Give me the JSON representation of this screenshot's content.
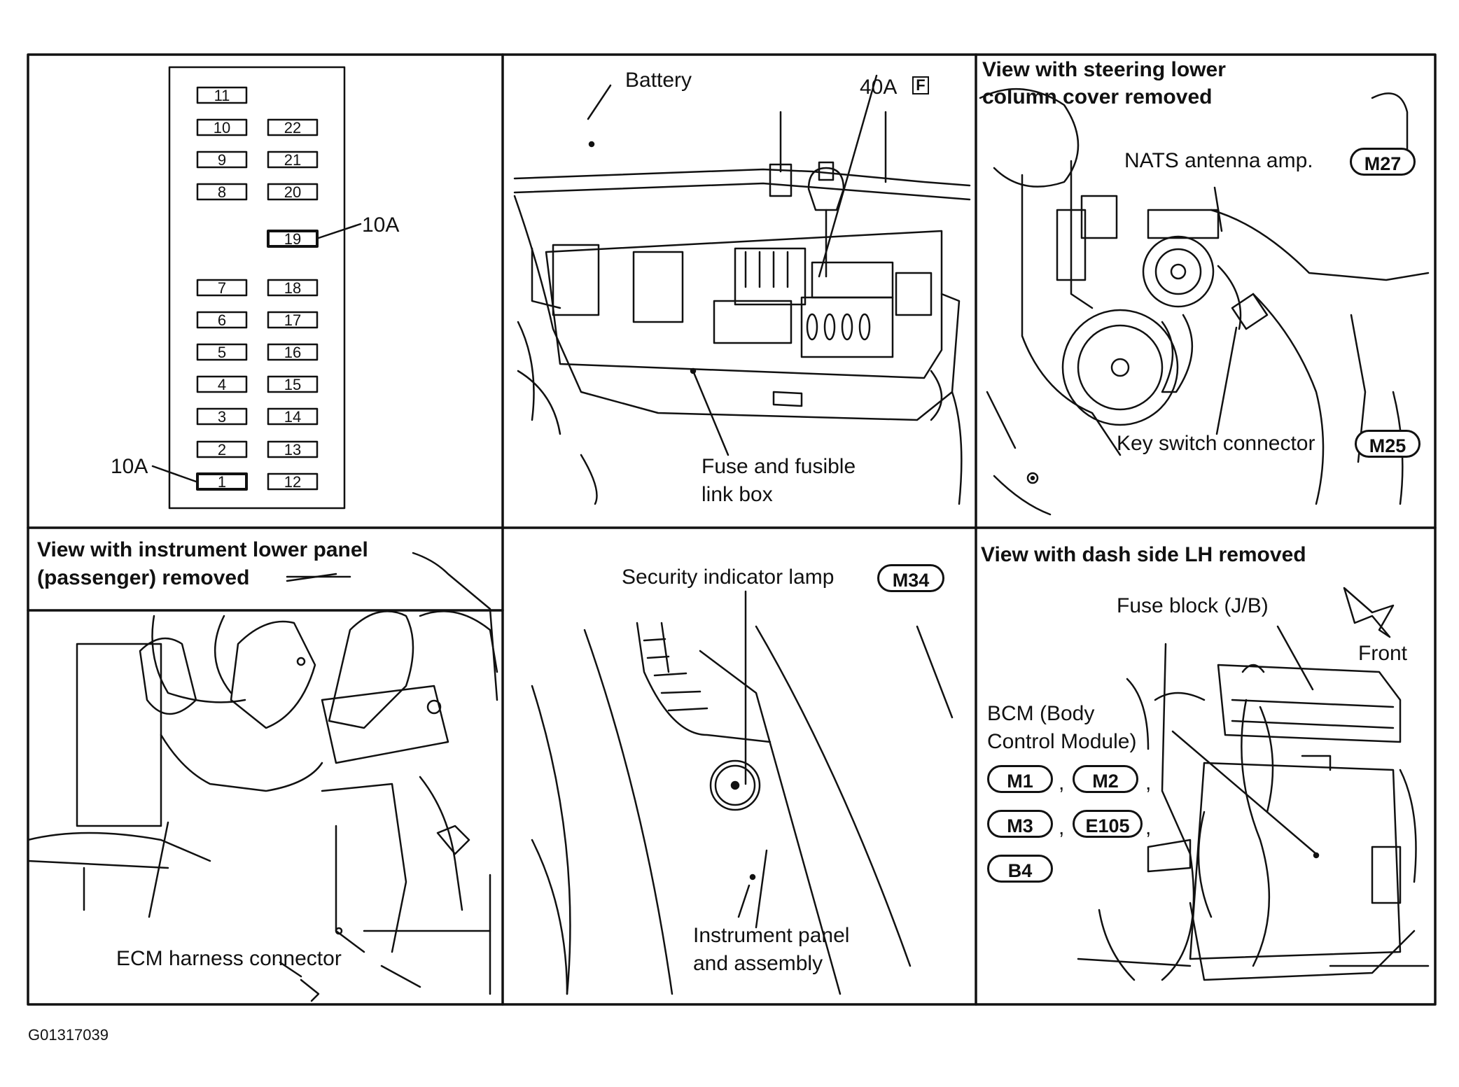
{
  "panels": {
    "fuse_layout": {
      "fuses_left": [
        "11",
        "10",
        "9",
        "8",
        "7",
        "6",
        "5",
        "4",
        "3",
        "2",
        "1"
      ],
      "fuses_right": [
        "22",
        "21",
        "20",
        "19",
        "18",
        "17",
        "16",
        "15",
        "14",
        "13",
        "12"
      ],
      "callout_fuse_19": "10A",
      "callout_fuse_1": "10A"
    },
    "fuse_box": {
      "battery_label": "Battery",
      "fuse_rating": "40A",
      "fuse_code": "F",
      "box_label_line1": "Fuse and fusible",
      "box_label_line2": "link box"
    },
    "steering_column": {
      "header_line1": "View with steering lower",
      "header_line2": "column cover removed",
      "nats_label": "NATS antenna amp.",
      "nats_code": "M27",
      "key_label": "Key switch connector",
      "key_code": "M25"
    },
    "instrument_lower": {
      "header_line1": "View with instrument lower panel",
      "header_line2": "(passenger) removed",
      "ecm_label": "ECM harness connector"
    },
    "security_lamp": {
      "lamp_label": "Security indicator lamp",
      "lamp_code": "M34",
      "panel_label_line1": "Instrument panel",
      "panel_label_line2": "and assembly"
    },
    "dash_side": {
      "header": "View with dash side LH removed",
      "fuse_block_label": "Fuse block (J/B)",
      "front_label": "Front",
      "bcm_line1": "BCM (Body",
      "bcm_line2": "Control Module)",
      "codes": [
        "M1",
        "M2",
        "M3",
        "E105",
        "B4"
      ]
    }
  },
  "figure_id": "G01317039"
}
